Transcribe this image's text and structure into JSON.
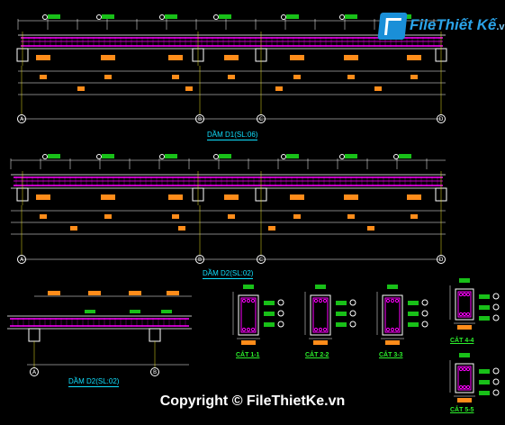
{
  "logo": {
    "name": "FileThiết Kế",
    "tld": ".vn"
  },
  "copyright": "Copyright © FileThietKe.vn",
  "titles": {
    "beam1": "DẦM D1(SL:06)",
    "beam2": "DẦM D2(SL:02)",
    "beam3": "DẦM  D2(SL:02)"
  },
  "axes": {
    "row1": [
      "A",
      "B",
      "C",
      "D"
    ],
    "row2": [
      "A",
      "B",
      "C",
      "D"
    ],
    "row3": [
      "A",
      "B"
    ]
  },
  "sections": [
    "CẮT 1-1",
    "CẮT 2-2",
    "CẮT 3-3",
    "CẮT 4-4",
    "CẮT 5-5"
  ],
  "colors": {
    "background": "#000000",
    "rebar": "#ff00ff",
    "dimension": "#ffffff",
    "tag_green": "#18c018",
    "tag_orange": "#ff8c1a",
    "title_cyan": "#10e0ff",
    "axis_yellow": "#e8e020"
  }
}
